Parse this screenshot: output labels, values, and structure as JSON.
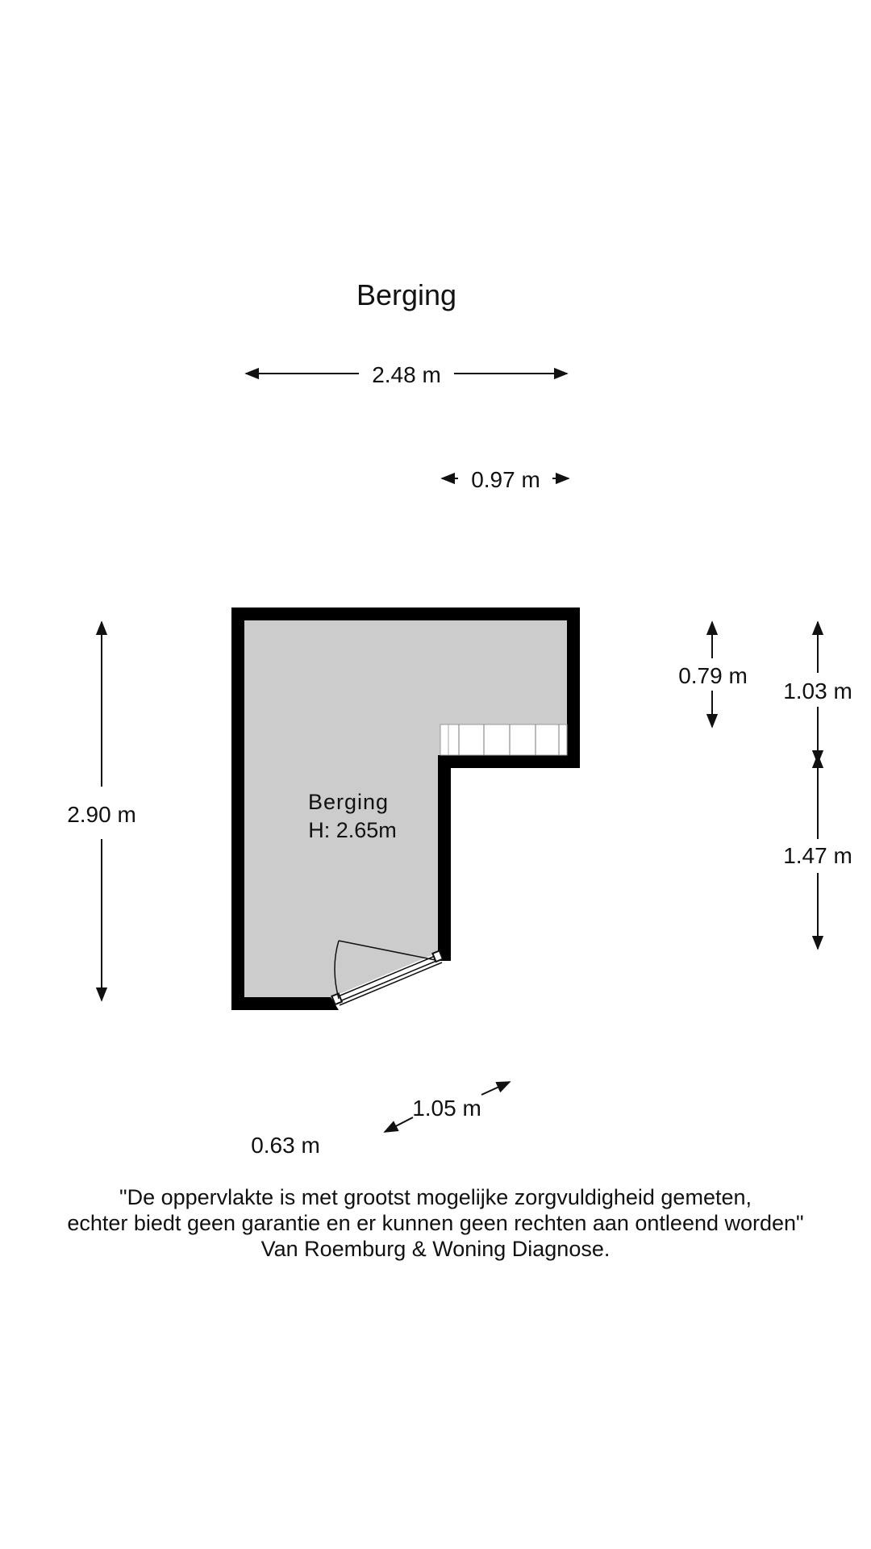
{
  "title": "Berging",
  "dimensions": {
    "top_width": "2.48 m",
    "top_right_width": "0.97 m",
    "left_height": "2.90 m",
    "right_upper_small": "0.79 m",
    "right_upper": "1.03 m",
    "right_lower": "1.47 m",
    "door_diag": "1.05 m",
    "door_bottom": "0.63 m"
  },
  "room": {
    "name": "Berging",
    "height": "H: 2.65m"
  },
  "colors": {
    "wall": "#000000",
    "floor": "#cccccc",
    "text": "#111111"
  },
  "disclaimer": {
    "line1": "\"De oppervlakte is met grootst mogelijke zorgvuldigheid gemeten,",
    "line2": "echter biedt geen garantie en er kunnen geen rechten aan ontleend worden\"",
    "line3": "Van Roemburg & Woning Diagnose."
  }
}
